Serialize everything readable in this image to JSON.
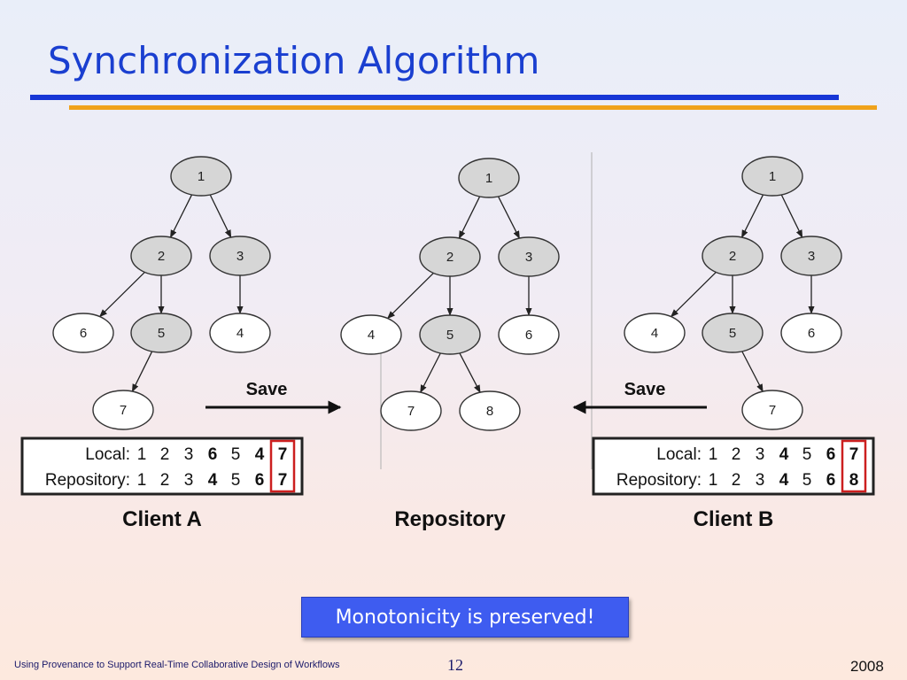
{
  "slide": {
    "title": "Synchronization Algorithm",
    "callout": "Monotonicity is preserved!",
    "footer_left": "Using Provenance to Support Real-Time Collaborative Design of Workflows",
    "page_number": "12",
    "year": "2008"
  },
  "colors": {
    "title": "#1a3fd0",
    "rule_blue": "#1736d6",
    "rule_orange": "#f0a21a",
    "callout_bg": "#3e5cf0",
    "highlight_box": "#cc1f1f",
    "node_gray": "#d6d6d6",
    "node_white": "#ffffff"
  },
  "diagram": {
    "arrows": [
      {
        "label": "Save",
        "direction": "right"
      },
      {
        "label": "Save",
        "direction": "left"
      }
    ],
    "panels": [
      {
        "id": "client-a",
        "label": "Client A",
        "nodes": [
          {
            "id": "1",
            "label": "1",
            "gray": true
          },
          {
            "id": "2",
            "label": "2",
            "gray": true
          },
          {
            "id": "3",
            "label": "3",
            "gray": true
          },
          {
            "id": "6",
            "label": "6",
            "gray": false
          },
          {
            "id": "5",
            "label": "5",
            "gray": true
          },
          {
            "id": "4",
            "label": "4",
            "gray": false
          },
          {
            "id": "7",
            "label": "7",
            "gray": false
          }
        ],
        "edges": [
          [
            "1",
            "2"
          ],
          [
            "1",
            "3"
          ],
          [
            "2",
            "6"
          ],
          [
            "2",
            "5"
          ],
          [
            "3",
            "4"
          ],
          [
            "5",
            "7"
          ]
        ],
        "table": {
          "rows": [
            {
              "label": "Local:",
              "values": [
                "1",
                "2",
                "3",
                "6",
                "5",
                "4",
                "7"
              ],
              "bold": [
                false,
                false,
                false,
                true,
                false,
                true,
                true
              ]
            },
            {
              "label": "Repository:",
              "values": [
                "1",
                "2",
                "3",
                "4",
                "5",
                "6",
                "7"
              ],
              "bold": [
                false,
                false,
                false,
                true,
                false,
                true,
                true
              ]
            }
          ]
        }
      },
      {
        "id": "repository",
        "label": "Repository",
        "nodes": [
          {
            "id": "1",
            "label": "1",
            "gray": true
          },
          {
            "id": "2",
            "label": "2",
            "gray": true
          },
          {
            "id": "3",
            "label": "3",
            "gray": true
          },
          {
            "id": "4",
            "label": "4",
            "gray": false
          },
          {
            "id": "5",
            "label": "5",
            "gray": true
          },
          {
            "id": "6",
            "label": "6",
            "gray": false
          },
          {
            "id": "7",
            "label": "7",
            "gray": false
          },
          {
            "id": "8",
            "label": "8",
            "gray": false
          }
        ],
        "edges": [
          [
            "1",
            "2"
          ],
          [
            "1",
            "3"
          ],
          [
            "2",
            "4"
          ],
          [
            "2",
            "5"
          ],
          [
            "3",
            "6"
          ],
          [
            "5",
            "7"
          ],
          [
            "5",
            "8"
          ]
        ]
      },
      {
        "id": "client-b",
        "label": "Client B",
        "nodes": [
          {
            "id": "1",
            "label": "1",
            "gray": true
          },
          {
            "id": "2",
            "label": "2",
            "gray": true
          },
          {
            "id": "3",
            "label": "3",
            "gray": true
          },
          {
            "id": "4",
            "label": "4",
            "gray": false
          },
          {
            "id": "5",
            "label": "5",
            "gray": true
          },
          {
            "id": "6",
            "label": "6",
            "gray": false
          },
          {
            "id": "7",
            "label": "7",
            "gray": false
          }
        ],
        "edges": [
          [
            "1",
            "2"
          ],
          [
            "1",
            "3"
          ],
          [
            "2",
            "4"
          ],
          [
            "2",
            "5"
          ],
          [
            "3",
            "6"
          ],
          [
            "5",
            "7"
          ]
        ],
        "table": {
          "rows": [
            {
              "label": "Local:",
              "values": [
                "1",
                "2",
                "3",
                "4",
                "5",
                "6",
                "7"
              ],
              "bold": [
                false,
                false,
                false,
                true,
                false,
                true,
                true
              ]
            },
            {
              "label": "Repository:",
              "values": [
                "1",
                "2",
                "3",
                "4",
                "5",
                "6",
                "8"
              ],
              "bold": [
                false,
                false,
                false,
                true,
                false,
                true,
                true
              ]
            }
          ]
        }
      }
    ]
  }
}
